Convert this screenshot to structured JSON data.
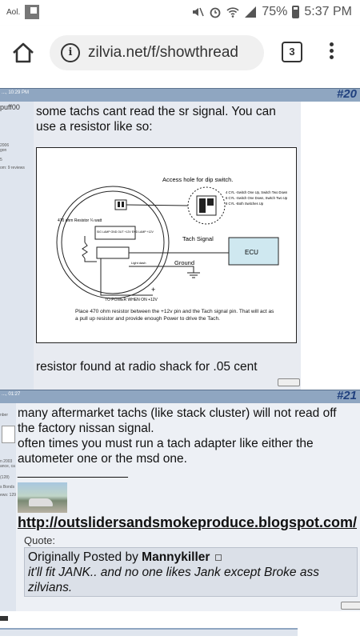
{
  "status_bar": {
    "left_app": "Aol.",
    "battery": "75%",
    "time": "5:37 PM"
  },
  "browser": {
    "url": "zilvia.net/f/showthread",
    "tab_count": "3"
  },
  "posts": [
    {
      "number": "#20",
      "date": "..., 10:29 PM",
      "username": "puff00",
      "side_meta": [
        "2006",
        "gon",
        "5",
        "om: 9 reviews"
      ],
      "text1": "some tachs cant read the sr signal. You can use a resistor like so:",
      "diagram": {
        "access": "Access hole for dip switch.",
        "dip": [
          "4 CYL -Switch One Up, Switch Two Down",
          "6 CYL -Switch One Down, Switch Two Up",
          "8 CYL -Both Switches Up"
        ],
        "resistor": "470 ohm Resistor ¼ watt",
        "pins": "SIG LAMP GND OUT +12V END LAMP +12V",
        "tach": "Tach Signal",
        "ecu": "ECU",
        "ground": "Ground",
        "light": "Light dash",
        "power": "TO POWER WHEN ON +12V",
        "note": "Place 470 ohm resistor between the +12v pin and the Tach signal pin. That will act as a pull up resistor and provide enough Power to drive the Tach."
      },
      "text2": "resistor found at radio shack for .05 cent"
    },
    {
      "number": "#21",
      "date": "..., 01:27",
      "side_meta": [
        "nber",
        "n 2003",
        "ance, ca",
        "(128)",
        "s Bonds",
        "ews: 129"
      ],
      "text1": "many aftermarket tachs (like stack cluster) will not read off the factory nissan signal.",
      "text2": "often times you must run a tach adapter like either the autometer one or the msd one.",
      "sig_line": "________________",
      "link": "http://outslidersandsmokeproduce.blogspot.com/",
      "quote_label": "Quote:",
      "quote_by_prefix": "Originally Posted by",
      "quote_author": "Mannykiller",
      "quote_text": "it'll fit JANK.. and no one likes Jank except Broke ass zilvians."
    }
  ]
}
